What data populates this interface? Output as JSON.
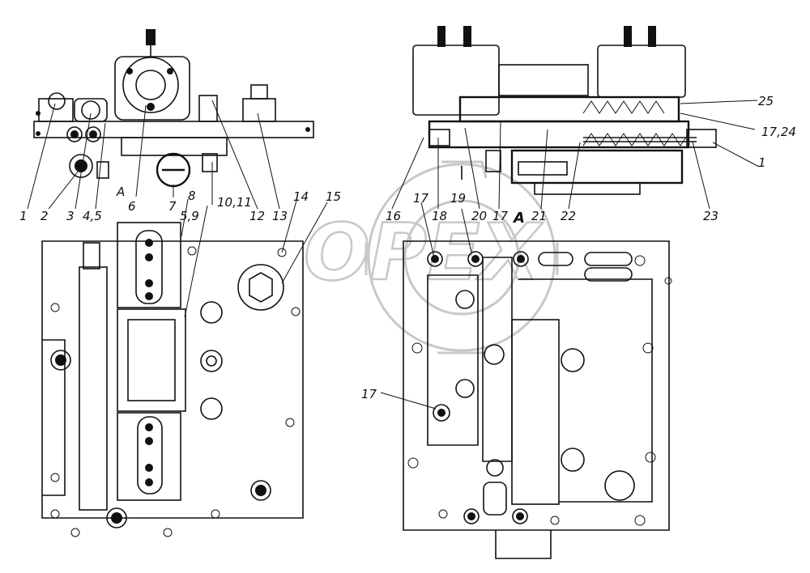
{
  "watermark": "OPEX",
  "callouts": {
    "c1a": "1",
    "c2": "2",
    "c3": "3",
    "c45": "4,5",
    "c6": "6",
    "c7": "7",
    "c8": "8",
    "c59": "5,9",
    "c1011": "10,11",
    "c12": "12",
    "c13": "13",
    "c14": "14",
    "c15": "15",
    "cA1": "A",
    "cA2": "A",
    "c16": "16",
    "c17a": "17",
    "c18": "18",
    "c19": "19",
    "c20": "20",
    "c17b": "17",
    "c21": "21",
    "c22": "22",
    "c23": "23",
    "c1b": "1",
    "c1724": "17,24",
    "c25": "25",
    "c17c": "17"
  }
}
